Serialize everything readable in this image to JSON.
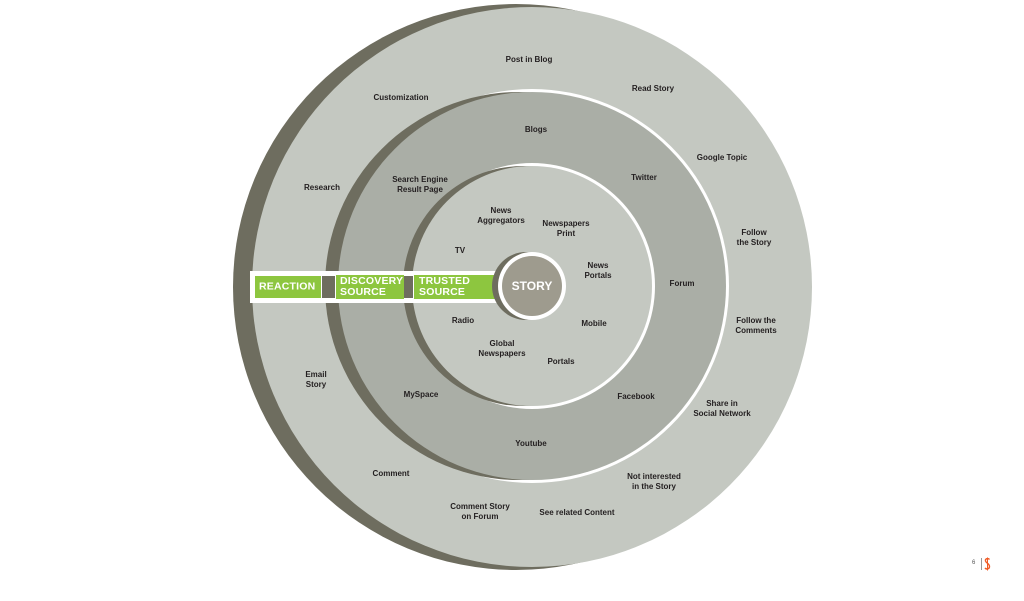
{
  "colors": {
    "outer_ring": "#c4c8c1",
    "middle_ring": "#aaaea6",
    "inner_ring": "#c4c8c1",
    "ring_border": "#ffffff",
    "shadow": "#6e6d5f",
    "center": "#9e9b8e",
    "band_green": "#8dc63f",
    "logo": "#f15a24"
  },
  "center": {
    "label": "STORY"
  },
  "bands": {
    "reaction": "REACTION",
    "discovery": "DISCOVERY\nSOURCE",
    "trusted": "TRUSTED\nSOURCE"
  },
  "outer_ring_items": {
    "post_in_blog": "Post in Blog",
    "read_story": "Read Story",
    "customization": "Customization",
    "google_topic": "Google Topic",
    "research": "Research",
    "follow_the_story": "Follow\nthe Story",
    "follow_the_comments": "Follow the\nComments",
    "email_story": "Email\nStory",
    "share_in_social_network": "Share in\nSocial Network",
    "comment": "Comment",
    "not_interested": "Not interested\nin the Story",
    "comment_story_on_forum": "Comment Story\non Forum",
    "see_related_content": "See related Content"
  },
  "middle_ring_items": {
    "blogs": "Blogs",
    "search_engine_result_page": "Search Engine\nResult Page",
    "twitter": "Twitter",
    "forum": "Forum",
    "myspace": "MySpace",
    "facebook": "Facebook",
    "youtube": "Youtube"
  },
  "inner_ring_items": {
    "news_aggregators": "News\nAggregators",
    "newspapers_print": "Newspapers\nPrint",
    "tv": "TV",
    "news_portals": "News\nPortals",
    "radio": "Radio",
    "mobile": "Mobile",
    "global_newspapers": "Global\nNewspapers",
    "portals": "Portals"
  },
  "footer": {
    "page_number": "6"
  }
}
